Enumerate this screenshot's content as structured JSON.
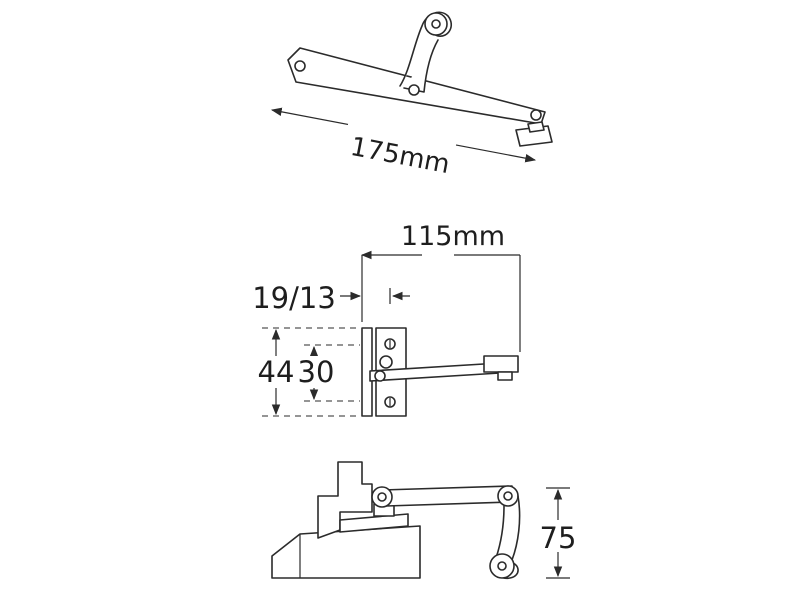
{
  "dimensions": {
    "length_top": "175mm",
    "arm_length": "115mm",
    "stay_width": "19/13",
    "plate_height_outer": "44",
    "plate_height_inner": "30",
    "handle_height": "75"
  },
  "colors": {
    "ink": "#2b2b2b",
    "background": "#ffffff"
  }
}
